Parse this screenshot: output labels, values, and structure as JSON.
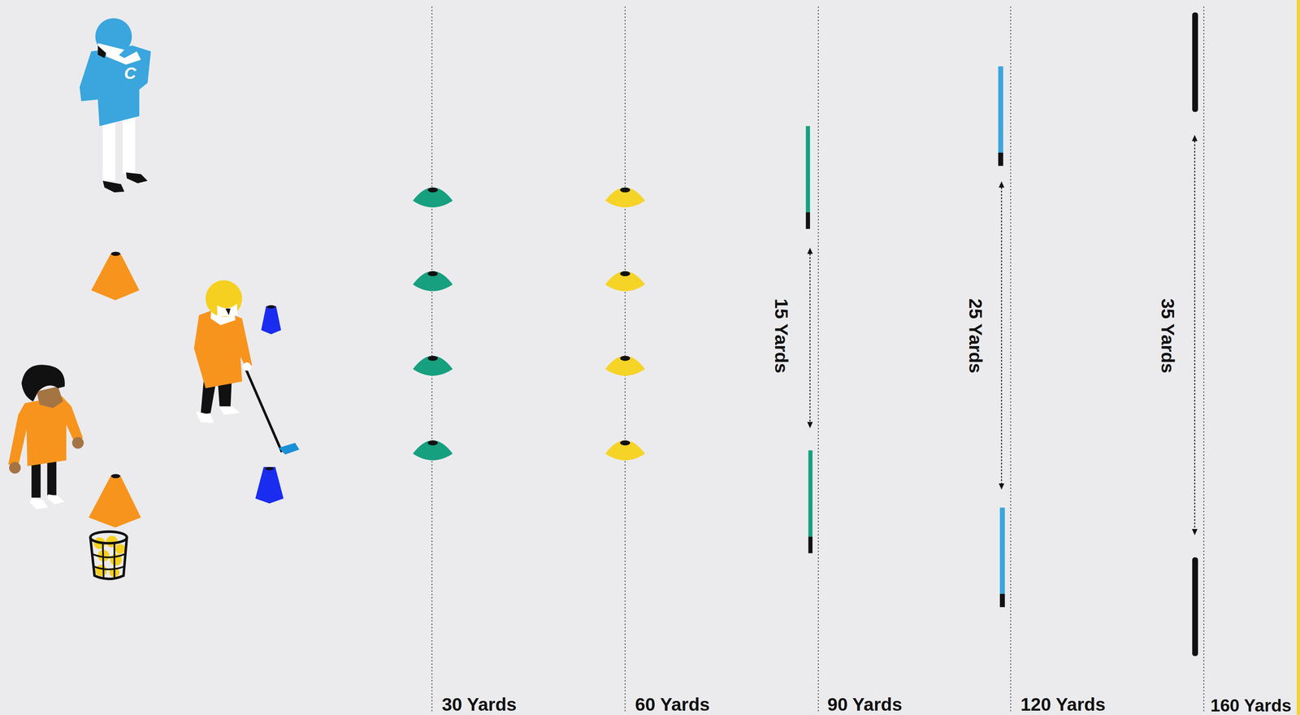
{
  "diagram": {
    "labels": [
      "C",
      "15 Yards",
      "25 Yards",
      "35 Yards",
      "30 Yards",
      "60 Yards",
      "90 Yards",
      "120 Yards",
      "160 Yards"
    ]
  }
}
